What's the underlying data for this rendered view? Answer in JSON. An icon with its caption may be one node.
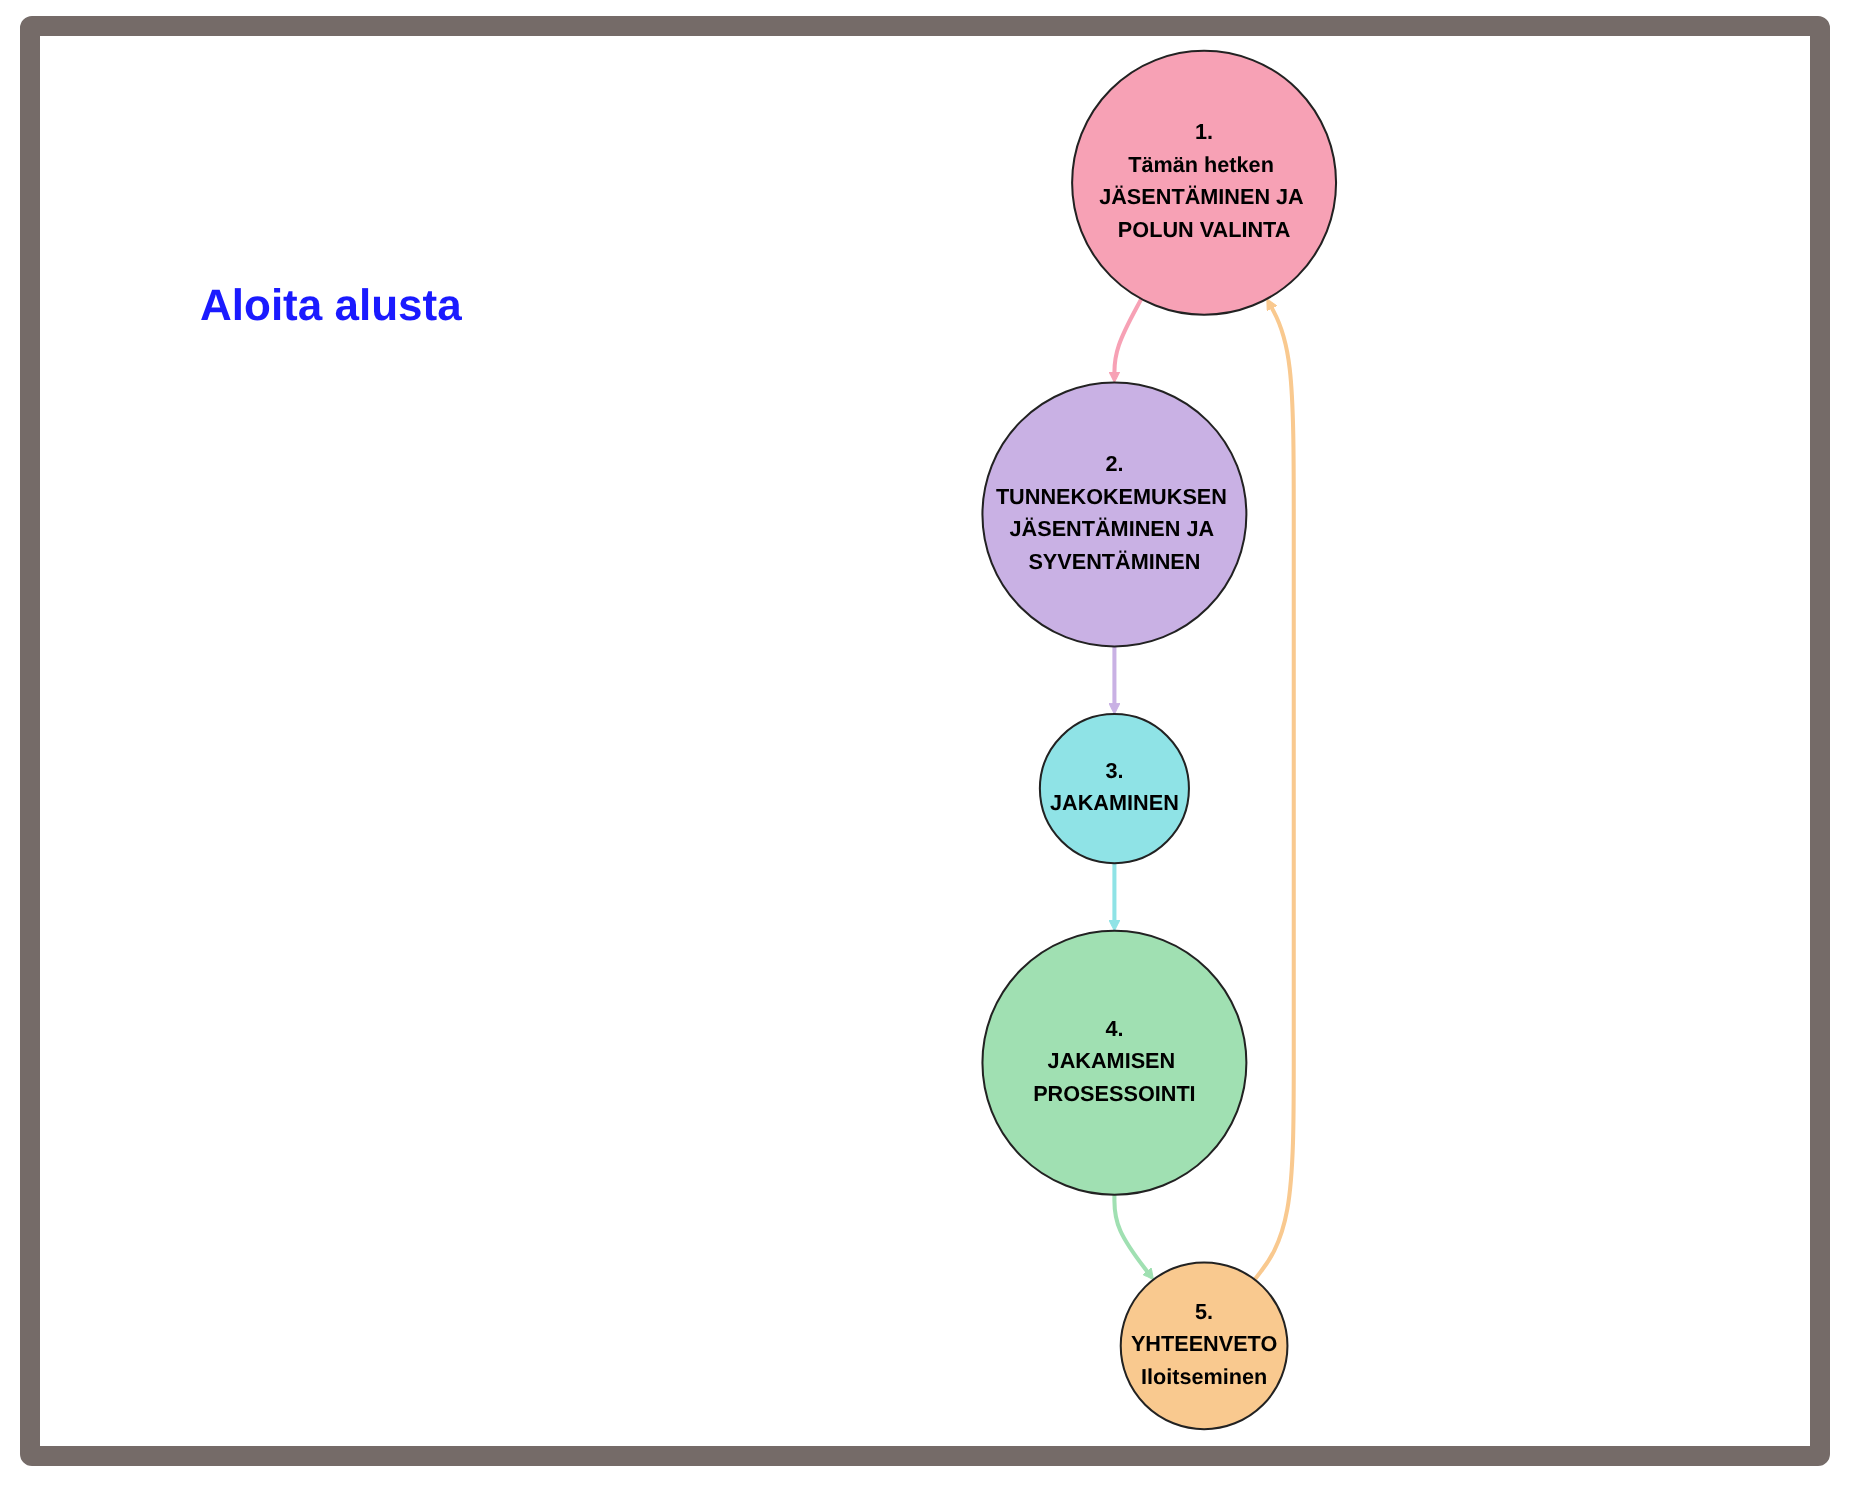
{
  "diagram": {
    "nodes": [
      {
        "text": [
          "1.",
          "Tämän hetken JÄSENTÄMINEN JA POLUN VALINTA"
        ]
      },
      {
        "text": [
          "2.",
          "TUNNEKOKEMUKSEN JÄSENTÄMINEN JA SYVENTÄMINEN"
        ]
      },
      {
        "text": [
          "3.",
          "JAKAMINEN"
        ]
      },
      {
        "text": [
          "4.",
          "JAKAMISEN PROSESSOINTI"
        ]
      },
      {
        "text": [
          "5.",
          "YHTEENVETO",
          "Iloitseminen"
        ]
      }
    ],
    "edges": [
      {
        "from": 0,
        "to": 1,
        "arrow": "to",
        "color": "#f7a1b5"
      },
      {
        "from": 1,
        "to": 2,
        "arrow": "to",
        "color": "#c9b1e4"
      },
      {
        "from": 2,
        "to": 3,
        "arrow": "to",
        "color": "#8fe3e6"
      },
      {
        "from": 3,
        "to": 4,
        "arrow": "to",
        "color": "#a0e0b2"
      },
      {
        "from": 4,
        "to": 0,
        "arrow": "to",
        "color": "#f9c98f"
      }
    ],
    "labels": [
      "Aloita alusta"
    ]
  }
}
